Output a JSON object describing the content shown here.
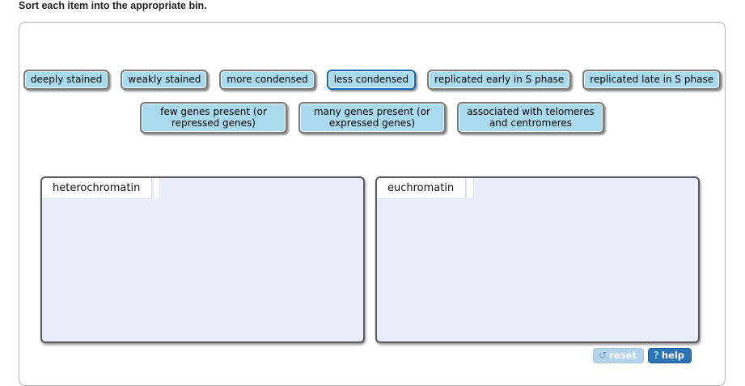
{
  "page": {
    "title": "Sort each item into the appropriate bin."
  },
  "items": {
    "row1": [
      "deeply stained",
      "weakly stained",
      "more condensed",
      "less condensed",
      "replicated early in S phase",
      "replicated late in S phase"
    ],
    "row2": [
      "few genes present (or repressed genes)",
      "many genes present (or expressed genes)",
      "associated with telomeres and centromeres"
    ],
    "selected_item": "less condensed"
  },
  "bins": [
    {
      "label": "heterochromatin",
      "contents": []
    },
    {
      "label": "euchromatin",
      "contents": []
    }
  ],
  "buttons": {
    "reset_label": "reset",
    "reset_icon": "↺",
    "help_label": "help",
    "help_icon": "?"
  },
  "colors": {
    "chip_fill": "#a9daee",
    "chip_border": "#7a7a7a",
    "chip_selected_border": "#1467b2",
    "bin_fill": "#e9edfa",
    "bin_border": "#595a5c",
    "reset_button_bg": "#b5d4ea",
    "help_button_bg": "#2e73b4",
    "help_qmark": "#8fd9f2"
  }
}
